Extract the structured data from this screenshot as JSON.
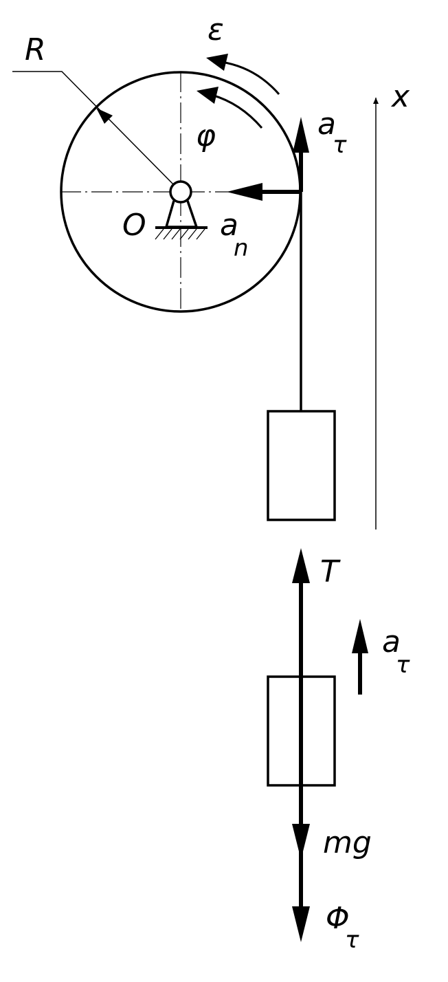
{
  "labels": {
    "radius": "R",
    "angular_acceleration": "ε",
    "angle": "φ",
    "center": "O",
    "axis": "x",
    "tangential_accel_a": "a",
    "tangential_accel_sub": "τ",
    "normal_accel_a": "a",
    "normal_accel_sub": "n",
    "tension": "T",
    "block_accel_a": "a",
    "block_accel_sub": "τ",
    "weight": "mg",
    "inertia_force": "Φ",
    "inertia_force_sub": "τ"
  },
  "colors": {
    "ink": "#000000",
    "paper": "#ffffff"
  }
}
